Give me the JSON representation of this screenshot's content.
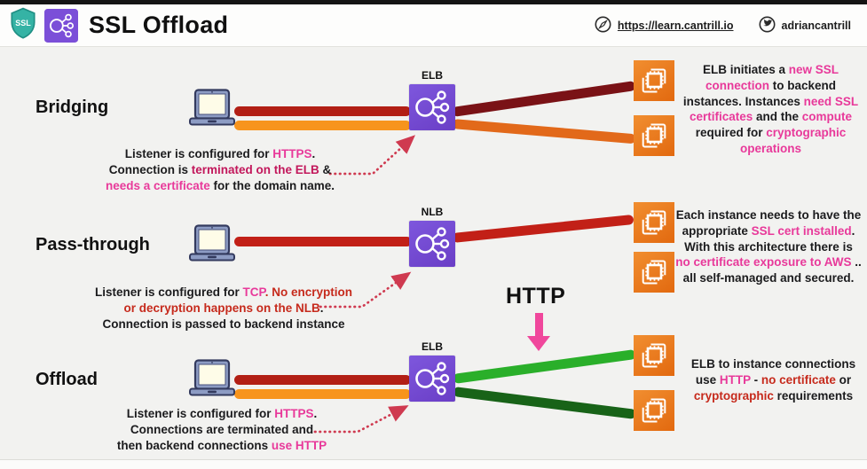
{
  "header": {
    "title": "SSL Offload",
    "shield_label": "SSL",
    "site_link": "https://learn.cantrill.io",
    "twitter_handle": "adriancantrill"
  },
  "colors": {
    "pink": "#e8399a",
    "crimson": "#c2175b",
    "red": "#c62a1c",
    "black": "#1b1b1d",
    "line_red": "#b21f15",
    "line_maroon": "#7a1216",
    "line_orange": "#f7941d",
    "line_orange_dark": "#e2691a",
    "line_green": "#2aaf2a",
    "line_green_dark": "#186318",
    "lb_purple": "#7b4fd8",
    "ec2_orange": "#ec7211",
    "dotted_arrow": "#cf3a50",
    "http_arrow": "#f0479c"
  },
  "icons": {
    "ssl_shield": "teal shield with SSL text",
    "load_balancer": "purple square, circle with three nodes",
    "ec2_instance": "orange square, chip glyph",
    "laptop": "client laptop",
    "compass": "web link compass",
    "twitter": "twitter bird"
  },
  "http_flow_label": "HTTP",
  "rows": {
    "bridging": {
      "label": "Bridging",
      "lb_label": "ELB",
      "note": [
        {
          "t": "Listener is configured for "
        },
        {
          "t": "HTTPS",
          "c": "pink"
        },
        {
          "t": ".\nConnection is "
        },
        {
          "t": "terminated on the ELB",
          "c": "crimson"
        },
        {
          "t": " &\n"
        },
        {
          "t": "needs a certificate",
          "c": "pink"
        },
        {
          "t": " for the domain name."
        }
      ],
      "right_text": [
        {
          "t": "ELB initiates a "
        },
        {
          "t": "new SSL\nconnection",
          "c": "pink"
        },
        {
          "t": " to backend\ninstances. Instances "
        },
        {
          "t": "need SSL\ncertificates",
          "c": "pink"
        },
        {
          "t": " and the "
        },
        {
          "t": "compute",
          "c": "pink"
        },
        {
          "t": "\nrequired for "
        },
        {
          "t": "cryptographic\noperations",
          "c": "pink"
        }
      ]
    },
    "passthrough": {
      "label": "Pass-through",
      "lb_label": "NLB",
      "note": [
        {
          "t": "Listener is configured for "
        },
        {
          "t": "TCP",
          "c": "pink"
        },
        {
          "t": ". No encryption\nor decryption happens on the NLB",
          "c": "red"
        },
        {
          "t": ".\nConnection is passed to backend instance"
        }
      ],
      "right_text": [
        {
          "t": "Each instance needs to have the\nappropriate "
        },
        {
          "t": "SSL cert installed",
          "c": "pink"
        },
        {
          "t": ".\nWith this architecture there is\n"
        },
        {
          "t": "no certificate exposure to AWS",
          "c": "pink"
        },
        {
          "t": " ..\nall self-managed and secured."
        }
      ]
    },
    "offload": {
      "label": "Offload",
      "lb_label": "ELB",
      "note": [
        {
          "t": "Listener is configured for "
        },
        {
          "t": "HTTPS",
          "c": "pink"
        },
        {
          "t": ".\nConnections are terminated and\nthen backend connections "
        },
        {
          "t": "use HTTP",
          "c": "pink"
        }
      ],
      "right_text": [
        {
          "t": "ELB to instance connections\nuse "
        },
        {
          "t": "HTTP",
          "c": "pink"
        },
        {
          "t": " - "
        },
        {
          "t": "no certificate",
          "c": "red"
        },
        {
          "t": " or\n"
        },
        {
          "t": "cryptographic",
          "c": "red"
        },
        {
          "t": " requirements"
        }
      ]
    }
  }
}
